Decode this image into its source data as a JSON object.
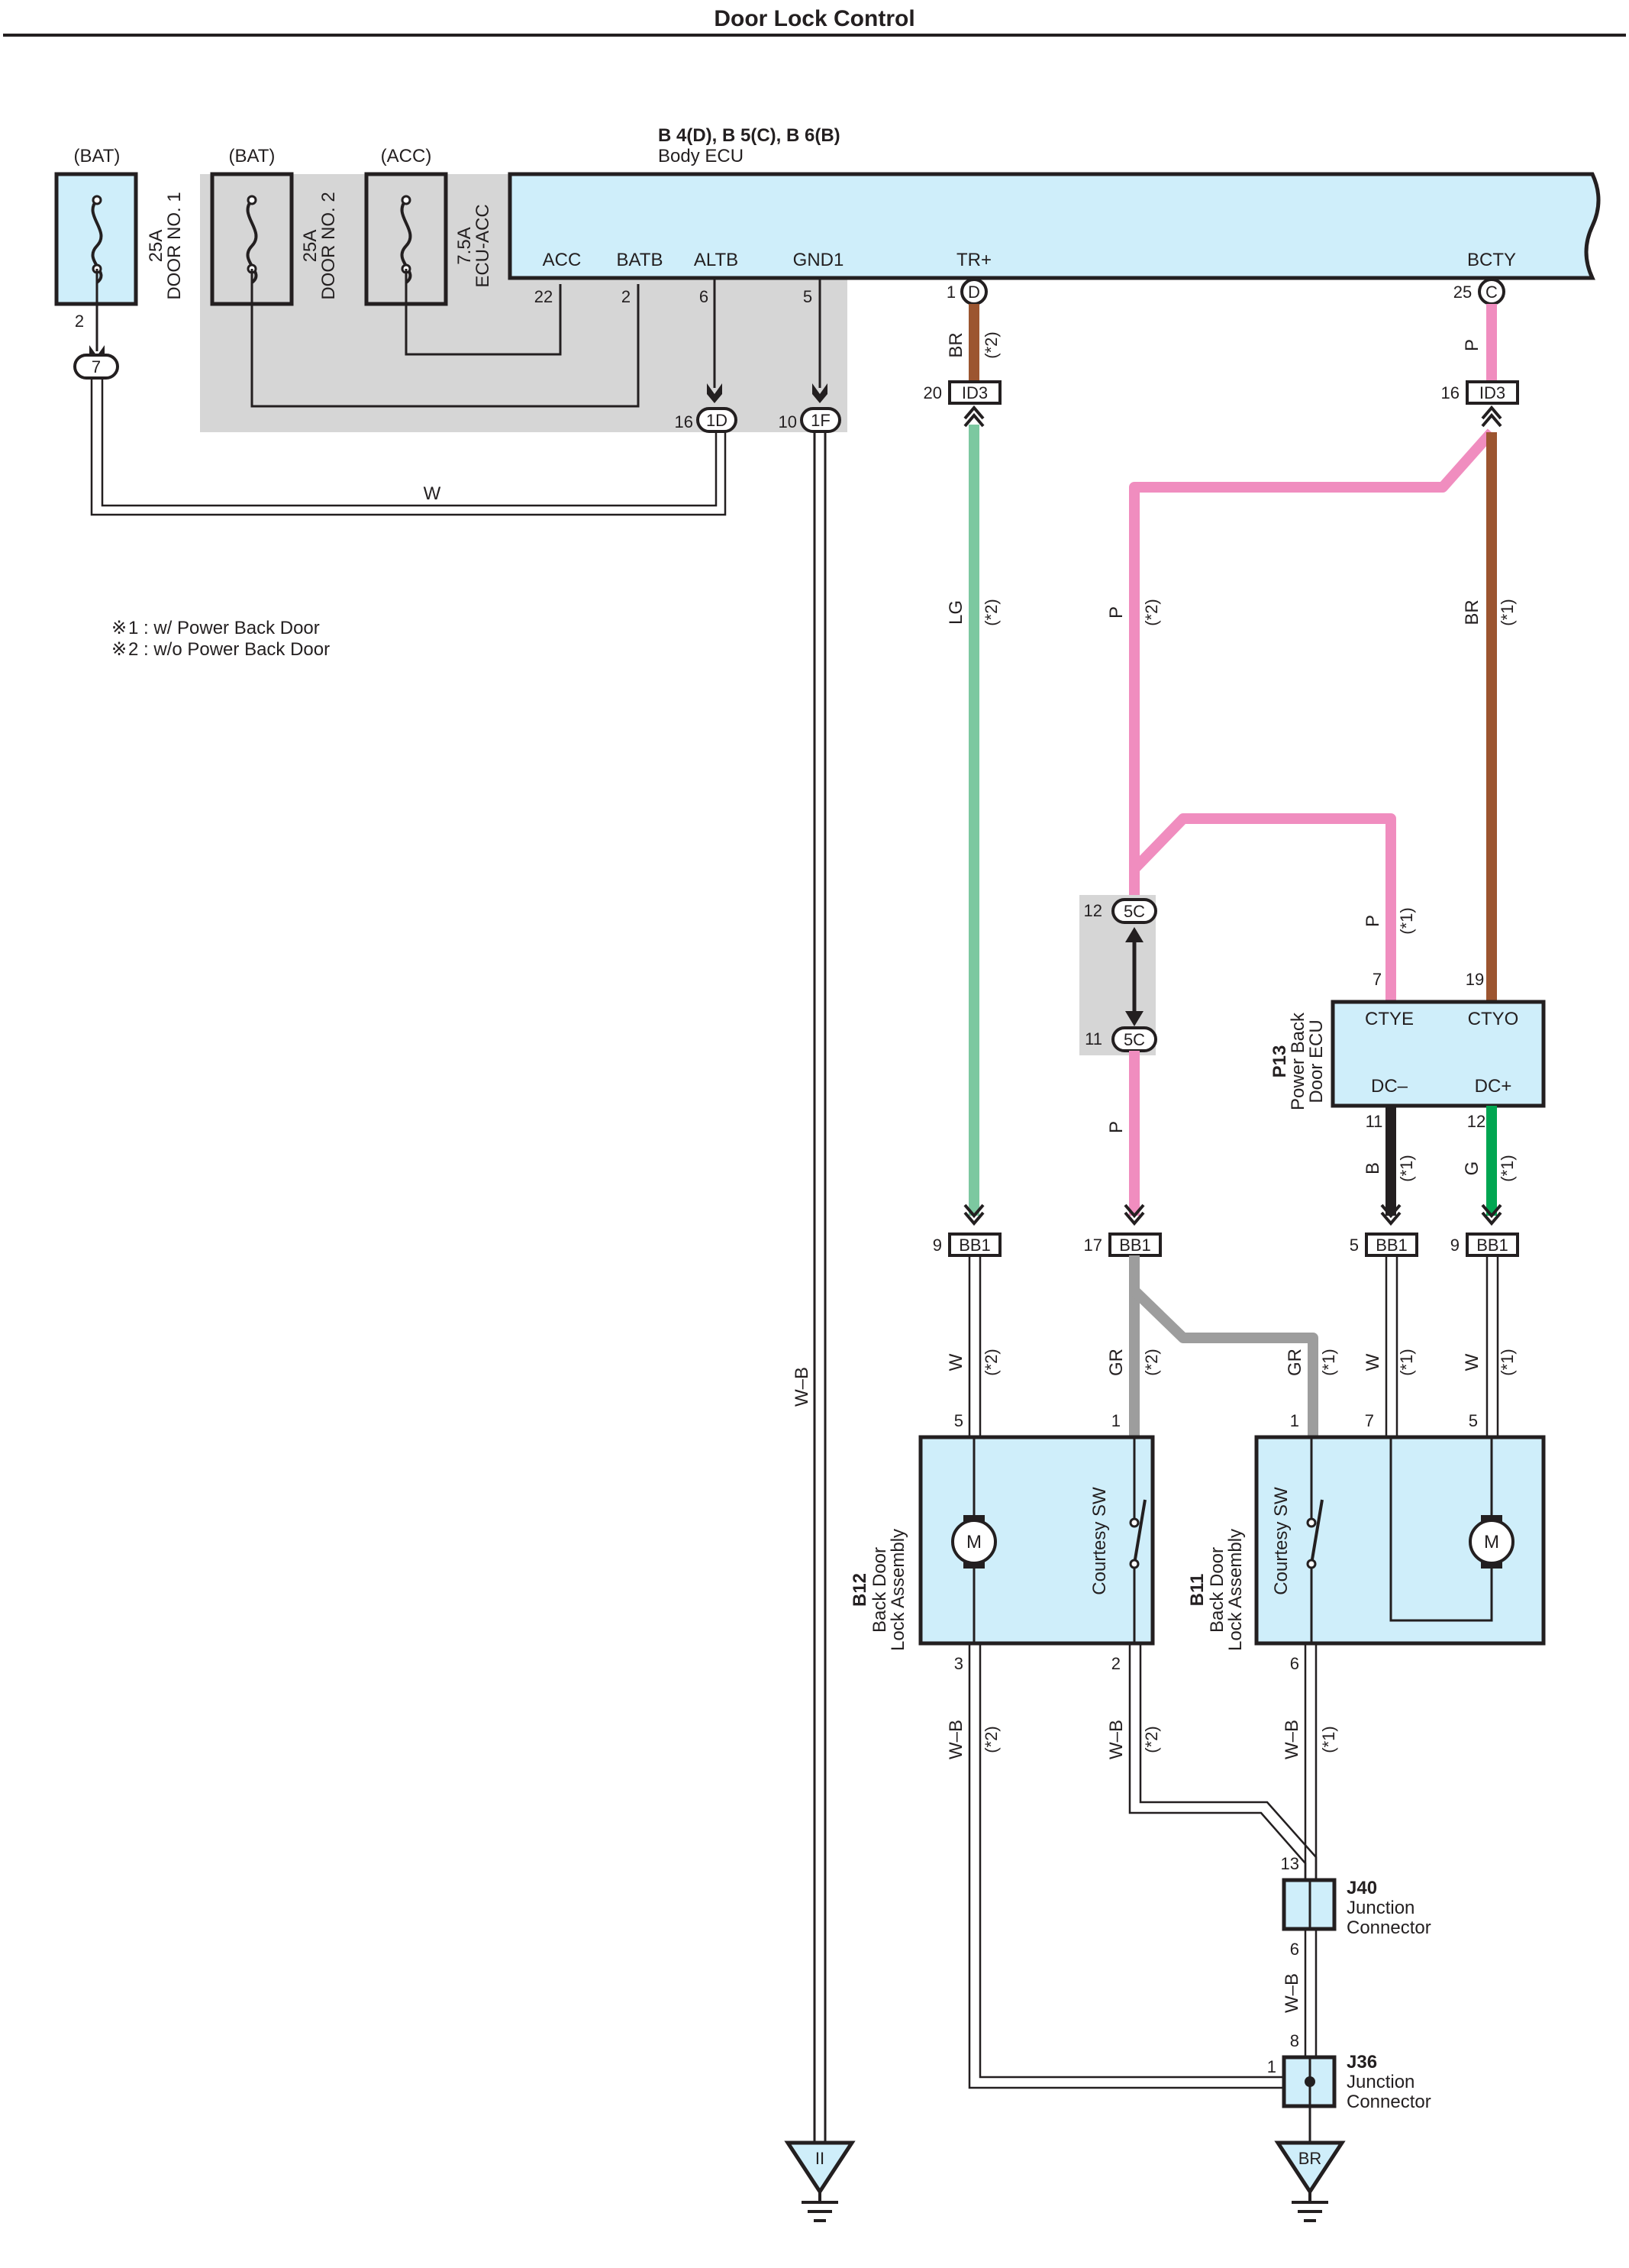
{
  "title": "Door Lock Control",
  "colors": {
    "box_fill": "#cfeefa",
    "shade": "#d6d6d6",
    "pink": "#f08dbf",
    "brown": "#9c5530",
    "light_green": "#7cc8a0",
    "green": "#00a651",
    "gray": "#9d9d9d",
    "black": "#231f20"
  },
  "ecu": {
    "connectors": "B 4(D), B 5(C), B 6(B)",
    "name": "Body ECU",
    "terminals": [
      {
        "label": "ACC",
        "pin": "22"
      },
      {
        "label": "BATB",
        "pin": "2"
      },
      {
        "label": "ALTB",
        "pin": "6"
      },
      {
        "label": "GND1",
        "pin": "5"
      },
      {
        "label": "TR+",
        "pin": "1",
        "conn": "D"
      },
      {
        "label": "BCTY",
        "pin": "25",
        "conn": "C"
      }
    ]
  },
  "fuses": [
    {
      "source": "(BAT)",
      "rating": "25A",
      "name": "DOOR NO. 1"
    },
    {
      "source": "(BAT)",
      "rating": "25A",
      "name": "DOOR NO. 2"
    },
    {
      "source": "(ACC)",
      "rating": "7.5A",
      "name": "ECU-ACC"
    }
  ],
  "connectors": {
    "fuse_out": {
      "pin": "2",
      "id": "7"
    },
    "c1d": {
      "pin": "16",
      "id": "1D"
    },
    "c1f": {
      "pin": "10",
      "id": "1F"
    },
    "id3_left": {
      "pin": "20",
      "id": "ID3"
    },
    "id3_right": {
      "pin": "16",
      "id": "ID3"
    },
    "c5c_top": {
      "pin": "12",
      "id": "5C"
    },
    "c5c_bot": {
      "pin": "11",
      "id": "5C"
    },
    "bb1": [
      {
        "pin": "9",
        "id": "BB1"
      },
      {
        "pin": "17",
        "id": "BB1"
      },
      {
        "pin": "5",
        "id": "BB1"
      },
      {
        "pin": "9",
        "id": "BB1"
      }
    ]
  },
  "notes": [
    "* 1 : w/ Power Back Door",
    "* 2 : w/o Power Back Door"
  ],
  "notes_marks": [
    "※",
    "※"
  ],
  "note_lines": [
    "1 : w/ Power Back Door",
    "2 : w/o Power Back Door"
  ],
  "wires": {
    "w_left": "W",
    "wb_ground": "W–B",
    "br_tr": "BR",
    "br_tr_note": "(*2)",
    "lg": "LG",
    "lg_note": "(*2)",
    "p_mid": "P",
    "p_mid_note": "(*2)",
    "br_right": "BR",
    "br_right_note": "(*1)",
    "p_top": "P",
    "p_ecu": "P",
    "p_ecu_note": "(*1)",
    "p_low": "P",
    "b_dc": "B",
    "b_dc_note": "(*1)",
    "g_dc": "G",
    "g_dc_note": "(*1)",
    "w_b12": "W",
    "w_b12_note": "(*2)",
    "gr_b12": "GR",
    "gr_b12_note": "(*2)",
    "gr_b11": "GR",
    "gr_b11_note": "(*1)",
    "w_b11a": "W",
    "w_b11a_note": "(*1)",
    "w_b11b": "W",
    "w_b11b_note": "(*1)",
    "wb_b12a": "W–B",
    "wb_b12a_note": "(*2)",
    "wb_b12b": "W–B",
    "wb_b12b_note": "(*2)",
    "wb_b11": "W–B",
    "wb_b11_note": "(*1)",
    "wb_junction": "W–B"
  },
  "pbd_ecu": {
    "code": "P13",
    "name_line1": "Power Back",
    "name_line2": "Door ECU",
    "terminals": [
      {
        "label": "CTYE",
        "pin": "7"
      },
      {
        "label": "CTYO",
        "pin": "19"
      },
      {
        "label": "DC–",
        "pin": "11"
      },
      {
        "label": "DC+",
        "pin": "12"
      }
    ]
  },
  "b12": {
    "code": "B12",
    "name_line1": "Back Door",
    "name_line2": "Lock Assembly",
    "switch_label": "Courtesy SW",
    "motor": "M",
    "pins": {
      "motor_top": "5",
      "sw_top": "1",
      "motor_bottom": "3",
      "sw_bottom": "2"
    }
  },
  "b11": {
    "code": "B11",
    "name_line1": "Back Door",
    "name_line2": "Lock Assembly",
    "switch_label": "Courtesy SW",
    "motor": "M",
    "pins": {
      "sw_top": "1",
      "in7": "7",
      "in5": "5",
      "sw_bottom": "6"
    }
  },
  "j40": {
    "code": "J40",
    "line1": "Junction",
    "line2": "Connector",
    "pin_top": "13",
    "pin_bottom": "6"
  },
  "j36": {
    "code": "J36",
    "line1": "Junction",
    "line2": "Connector",
    "pin_top": "8",
    "pin_left": "1"
  },
  "grounds": [
    {
      "label": "II"
    },
    {
      "label": "BR"
    }
  ]
}
